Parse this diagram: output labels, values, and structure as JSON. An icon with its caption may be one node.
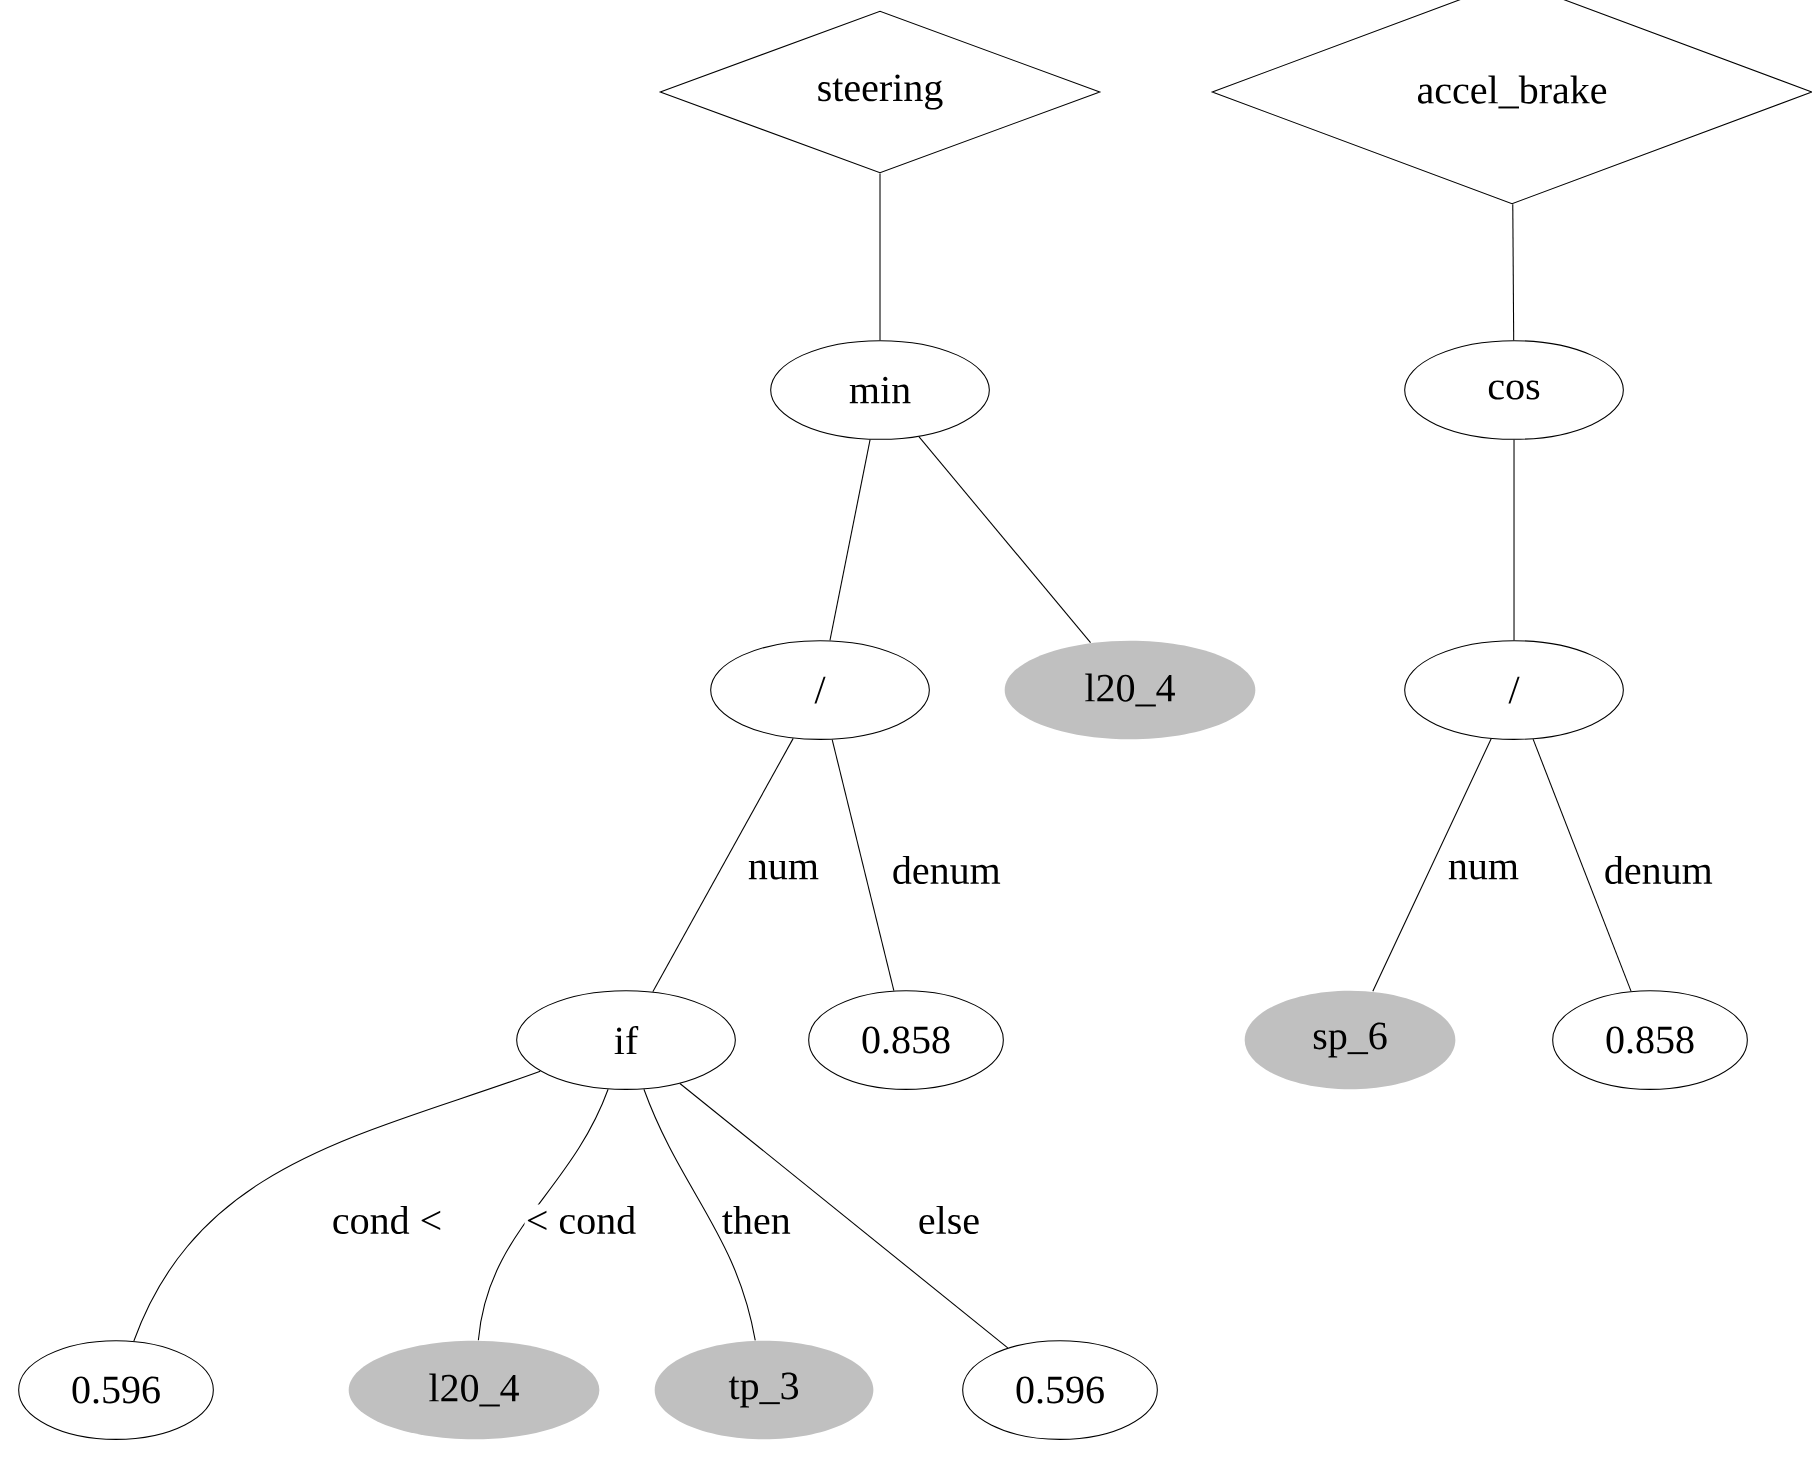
{
  "diagram": {
    "nodes": [
      {
        "text": [
          "steering"
        ]
      },
      {
        "text": [
          "min"
        ]
      },
      {
        "text": [
          "/"
        ]
      },
      {
        "text": [
          "l20_4"
        ]
      },
      {
        "text": [
          "if"
        ]
      },
      {
        "text": [
          "0.858"
        ]
      },
      {
        "text": [
          "0.596"
        ]
      },
      {
        "text": [
          "l20_4"
        ]
      },
      {
        "text": [
          "tp_3"
        ]
      },
      {
        "text": [
          "0.596"
        ]
      },
      {
        "text": [
          "accel_brake"
        ]
      },
      {
        "text": [
          "cos"
        ]
      },
      {
        "text": [
          "/"
        ]
      },
      {
        "text": [
          "sp_6"
        ]
      },
      {
        "text": [
          "0.858"
        ]
      }
    ],
    "edges": [
      {
        "from": 0,
        "to": 1,
        "arrow": "none"
      },
      {
        "from": 1,
        "to": 2,
        "arrow": "none"
      },
      {
        "from": 1,
        "to": 3,
        "arrow": "none"
      },
      {
        "from": 2,
        "to": 4,
        "arrow": "none",
        "label": "num"
      },
      {
        "from": 2,
        "to": 5,
        "arrow": "none",
        "label": "denum"
      },
      {
        "from": 4,
        "to": 6,
        "arrow": "none",
        "label": "cond <"
      },
      {
        "from": 4,
        "to": 7,
        "arrow": "none",
        "label": "< cond"
      },
      {
        "from": 4,
        "to": 8,
        "arrow": "none",
        "label": "then"
      },
      {
        "from": 4,
        "to": 9,
        "arrow": "none",
        "label": "else"
      },
      {
        "from": 10,
        "to": 11,
        "arrow": "none"
      },
      {
        "from": 11,
        "to": 12,
        "arrow": "none"
      },
      {
        "from": 12,
        "to": 13,
        "arrow": "none",
        "label": "num"
      },
      {
        "from": 12,
        "to": 14,
        "arrow": "none",
        "label": "denum"
      }
    ]
  }
}
